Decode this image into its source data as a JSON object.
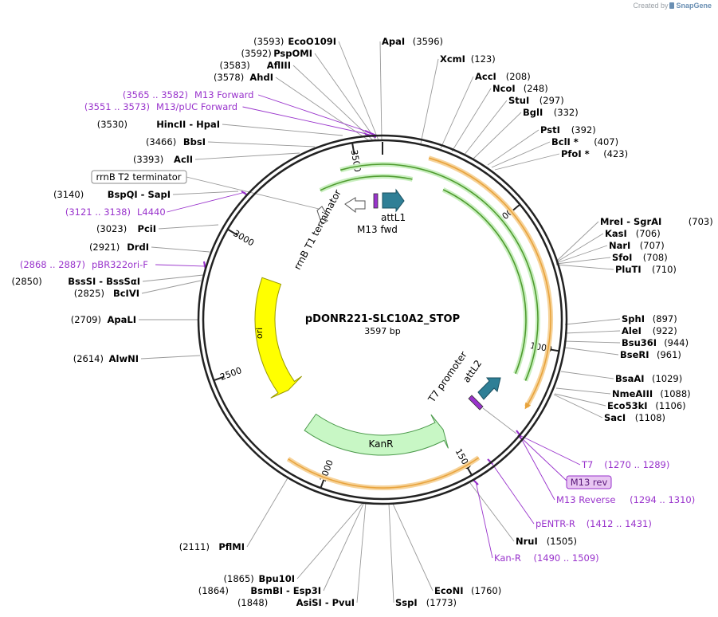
{
  "watermark": {
    "prefix": "Created by",
    "brand": "SnapGene"
  },
  "plasmid": {
    "name": "pDONR221-SLC10A2_STOP",
    "length_label": "3597 bp",
    "length": 3597
  },
  "ticks": [
    "500",
    "1000",
    "1500",
    "2000",
    "2500",
    "3000",
    "3500"
  ],
  "colors": {
    "orange": "#e8a33d",
    "orange_fill": "#f6d39a",
    "green": "#4f9b2f",
    "green_fill": "#c9efbf",
    "kan_fill": "#c8f7c5",
    "ori_fill": "#ffff00",
    "att_fill": "#2f7f96",
    "primer": "#9933cc",
    "enzyme_line": "#999999"
  },
  "features": [
    {
      "label": "ori",
      "type": "ori"
    },
    {
      "label": "KanR",
      "type": "gene"
    },
    {
      "label": "rrnB T1 terminator",
      "type": "terminator"
    },
    {
      "label": "attL1",
      "type": "att"
    },
    {
      "label": "M13 fwd",
      "type": "primer_bind"
    },
    {
      "label": "T7 promoter",
      "type": "promoter"
    },
    {
      "label": "attL2",
      "type": "att"
    }
  ],
  "boxed": [
    {
      "label": "rrnB T2 terminator"
    },
    {
      "label": "M13 rev"
    }
  ],
  "enzymes": [
    {
      "name": "EcoO109I",
      "pos": "(3593)"
    },
    {
      "name": "PspOMI",
      "pos": "(3592)"
    },
    {
      "name": "AflIII",
      "pos": "(3583)"
    },
    {
      "name": "AhdI",
      "pos": "(3578)"
    },
    {
      "name": "ApaI",
      "pos": "(3596)"
    },
    {
      "name": "XcmI",
      "pos": "(123)"
    },
    {
      "name": "AccI",
      "pos": "(208)"
    },
    {
      "name": "NcoI",
      "pos": "(248)"
    },
    {
      "name": "StuI",
      "pos": "(297)"
    },
    {
      "name": "BglI",
      "pos": "(332)"
    },
    {
      "name": "PstI",
      "pos": "(392)"
    },
    {
      "name": "BclI *",
      "pos": "(407)"
    },
    {
      "name": "PfoI *",
      "pos": "(423)"
    },
    {
      "name": "MreI",
      "name2": "SgrAI",
      "pos": "(703)"
    },
    {
      "name": "KasI",
      "pos": "(706)"
    },
    {
      "name": "NarI",
      "pos": "(707)"
    },
    {
      "name": "SfoI",
      "pos": "(708)"
    },
    {
      "name": "PluTI",
      "pos": "(710)"
    },
    {
      "name": "SphI",
      "pos": "(897)"
    },
    {
      "name": "AleI",
      "pos": "(922)"
    },
    {
      "name": "Bsu36I",
      "pos": "(944)"
    },
    {
      "name": "BseRI",
      "pos": "(961)"
    },
    {
      "name": "BsaAI",
      "pos": "(1029)"
    },
    {
      "name": "NmeAIII",
      "pos": "(1088)"
    },
    {
      "name": "Eco53kI",
      "pos": "(1106)"
    },
    {
      "name": "SacI",
      "pos": "(1108)"
    },
    {
      "name": "NruI",
      "pos": "(1505)"
    },
    {
      "name": "EcoNI",
      "pos": "(1760)"
    },
    {
      "name": "SspI",
      "pos": "(1773)"
    },
    {
      "name": "Bpu10I",
      "pos": "(1865)"
    },
    {
      "name": "BsmBI",
      "name2": "Esp3I",
      "pos": "(1864)"
    },
    {
      "name": "AsiSI",
      "name2": "PvuI",
      "pos": "(1848)"
    },
    {
      "name": "PflMI",
      "pos": "(2111)"
    },
    {
      "name": "AlwNI",
      "pos": "(2614)"
    },
    {
      "name": "ApaLI",
      "pos": "(2709)"
    },
    {
      "name": "BcIVI",
      "pos": "(2825)"
    },
    {
      "name": "BssSI",
      "name2": "BssSαI",
      "pos": "(2850)"
    },
    {
      "name": "DrdI",
      "pos": "(2921)"
    },
    {
      "name": "PciI",
      "pos": "(3023)"
    },
    {
      "name": "BspQI",
      "name2": "SapI",
      "pos": "(3140)"
    },
    {
      "name": "AclI",
      "pos": "(3393)"
    },
    {
      "name": "BbsI",
      "pos": "(3466)"
    },
    {
      "name": "HincII",
      "name2": "HpaI",
      "pos": "(3530)"
    }
  ],
  "primers": [
    {
      "name": "M13 Forward",
      "range": "(3565 .. 3582)"
    },
    {
      "name": "M13/pUC Forward",
      "range": "(3551 .. 3573)"
    },
    {
      "name": "L4440",
      "range": "(3121 .. 3138)"
    },
    {
      "name": "pBR322ori-F",
      "range": "(2868 .. 2887)"
    },
    {
      "name": "T7",
      "range": "(1270 .. 1289)"
    },
    {
      "name": "M13 Reverse",
      "range": "(1294 .. 1310)"
    },
    {
      "name": "pENTR-R",
      "range": "(1412 .. 1431)"
    },
    {
      "name": "Kan-R",
      "range": "(1490 .. 1509)"
    }
  ]
}
